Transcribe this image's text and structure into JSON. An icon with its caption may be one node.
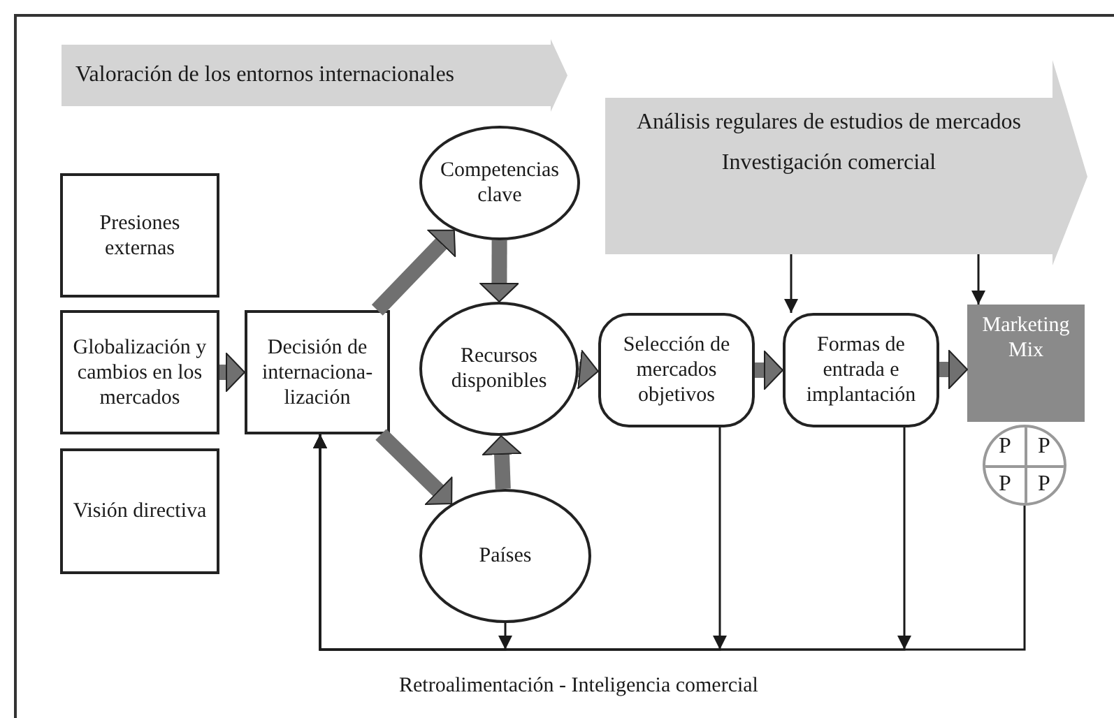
{
  "diagram": {
    "nodes": [
      {
        "text": [
          "Valoración de los entornos internacionales"
        ]
      },
      {
        "text": [
          "Análisis regulares de estudios de mercados",
          "Investigación comercial"
        ]
      },
      {
        "text": [
          "Presiones externas"
        ]
      },
      {
        "text": [
          "Globalización y cambios en los mercados"
        ]
      },
      {
        "text": [
          "Visión directiva"
        ]
      },
      {
        "text": [
          "Decisión de internaciona- lización"
        ]
      },
      {
        "text": [
          "Competencias clave"
        ]
      },
      {
        "text": [
          "Recursos disponibles"
        ]
      },
      {
        "text": [
          "Países"
        ]
      },
      {
        "text": [
          "Selección de mercados objetivos"
        ]
      },
      {
        "text": [
          "Formas de entrada e implantación"
        ]
      },
      {
        "text": [
          "Marketing Mix"
        ]
      },
      {
        "text": [
          "P",
          "P",
          "P",
          "P"
        ]
      }
    ],
    "edges": [
      {
        "from": 3,
        "to": 5,
        "arrow": "to"
      },
      {
        "from": 5,
        "to": 6,
        "arrow": "to"
      },
      {
        "from": 5,
        "to": 8,
        "arrow": "to"
      },
      {
        "from": 6,
        "to": 7,
        "arrow": "to"
      },
      {
        "from": 8,
        "to": 7,
        "arrow": "to"
      },
      {
        "from": 7,
        "to": 9,
        "arrow": "to"
      },
      {
        "from": 9,
        "to": 10,
        "arrow": "to"
      },
      {
        "from": 10,
        "to": 11,
        "arrow": "to"
      },
      {
        "from": 1,
        "to": 10,
        "arrow": "to",
        "color": "#1a1a1a"
      },
      {
        "from": 1,
        "to": 11,
        "arrow": "to",
        "color": "#1a1a1a"
      },
      {
        "from": 8,
        "to": 5,
        "arrow": "to",
        "color": "#1a1a1a"
      },
      {
        "from": 9,
        "to": 5,
        "arrow": "to",
        "color": "#1a1a1a"
      },
      {
        "from": 10,
        "to": 5,
        "arrow": "to",
        "color": "#1a1a1a"
      },
      {
        "from": 12,
        "to": 5,
        "arrow": "to",
        "color": "#1a1a1a"
      }
    ],
    "labels": [
      "Retroalimentación - Inteligencia comercial"
    ]
  }
}
